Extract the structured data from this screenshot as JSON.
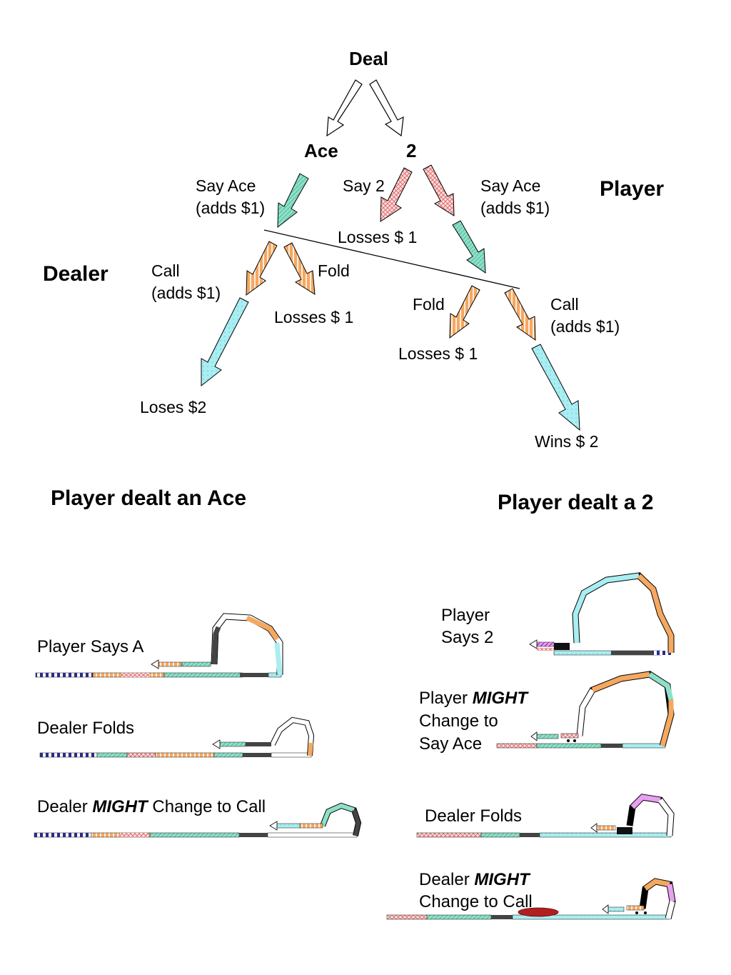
{
  "tree": {
    "root": "Deal",
    "card_ace": "Ace",
    "card_two": "2",
    "player_role": "Player",
    "dealer_role": "Dealer",
    "say_ace_left_1": "Say Ace",
    "say_ace_left_2": "(adds $1)",
    "say_two": "Say 2",
    "say_ace_right_1": "Say Ace",
    "say_ace_right_2": "(adds $1)",
    "losses_say2": "Losses $ 1",
    "call_left_1": "Call",
    "call_left_2": "(adds $1)",
    "fold_left": "Fold",
    "losses_fold_left": "Losses $ 1",
    "fold_right": "Fold",
    "call_right_1": "Call",
    "call_right_2": "(adds $1)",
    "losses_fold_right": "Losses $ 1",
    "loses_two": "Loses $2",
    "wins_two": "Wins $ 2"
  },
  "sections": {
    "left_title": "Player dealt an Ace",
    "right_title": "Player dealt a 2"
  },
  "tracks_left": {
    "player_says_a": "Player Says A",
    "dealer_folds": "Dealer Folds",
    "dealer_might_prefix": "Dealer ",
    "dealer_might_em": "MIGHT",
    "dealer_might_suffix": " Change to Call"
  },
  "tracks_right": {
    "player_says_2_line1": "Player",
    "player_says_2_line2": "Says 2",
    "player_might_line1_prefix": "Player ",
    "player_might_em": "MIGHT",
    "player_might_line2": "Change to",
    "player_might_line3": "Say Ace",
    "dealer_folds": "Dealer Folds",
    "dealer_might_line1_prefix": "Dealer ",
    "dealer_might_em": "MIGHT",
    "dealer_might_line2": "Change to Call"
  },
  "colors": {
    "teal": "#7fd6c0",
    "orange": "#f0a050",
    "pink": "#f0a0a0",
    "cyan": "#9fe8ec",
    "dark": "#444444",
    "navy": "#2a2a80",
    "purple": "#c040e0",
    "red": "#b02020"
  }
}
